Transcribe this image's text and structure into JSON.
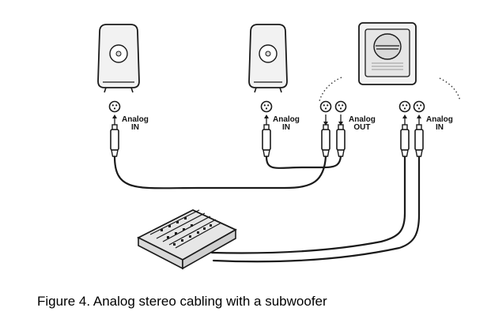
{
  "labels": {
    "speaker_left_in": {
      "line1": "Analog",
      "line2": "IN"
    },
    "speaker_right_in": {
      "line1": "Analog",
      "line2": "IN"
    },
    "sub_out": {
      "line1": "Analog",
      "line2": "OUT"
    },
    "sub_in": {
      "line1": "Analog",
      "line2": "IN"
    }
  },
  "caption": "Figure 4. Analog stereo cabling with a subwoofer",
  "colors": {
    "line": "#1a1a1a",
    "fill_light": "#f2f2f2",
    "fill_mid": "#d9d9d9",
    "sub_panel": "#e6e6e6"
  },
  "icons": [
    "monitor-speaker-icon",
    "subwoofer-icon",
    "xlr-connector-icon",
    "mixer-console-icon"
  ]
}
